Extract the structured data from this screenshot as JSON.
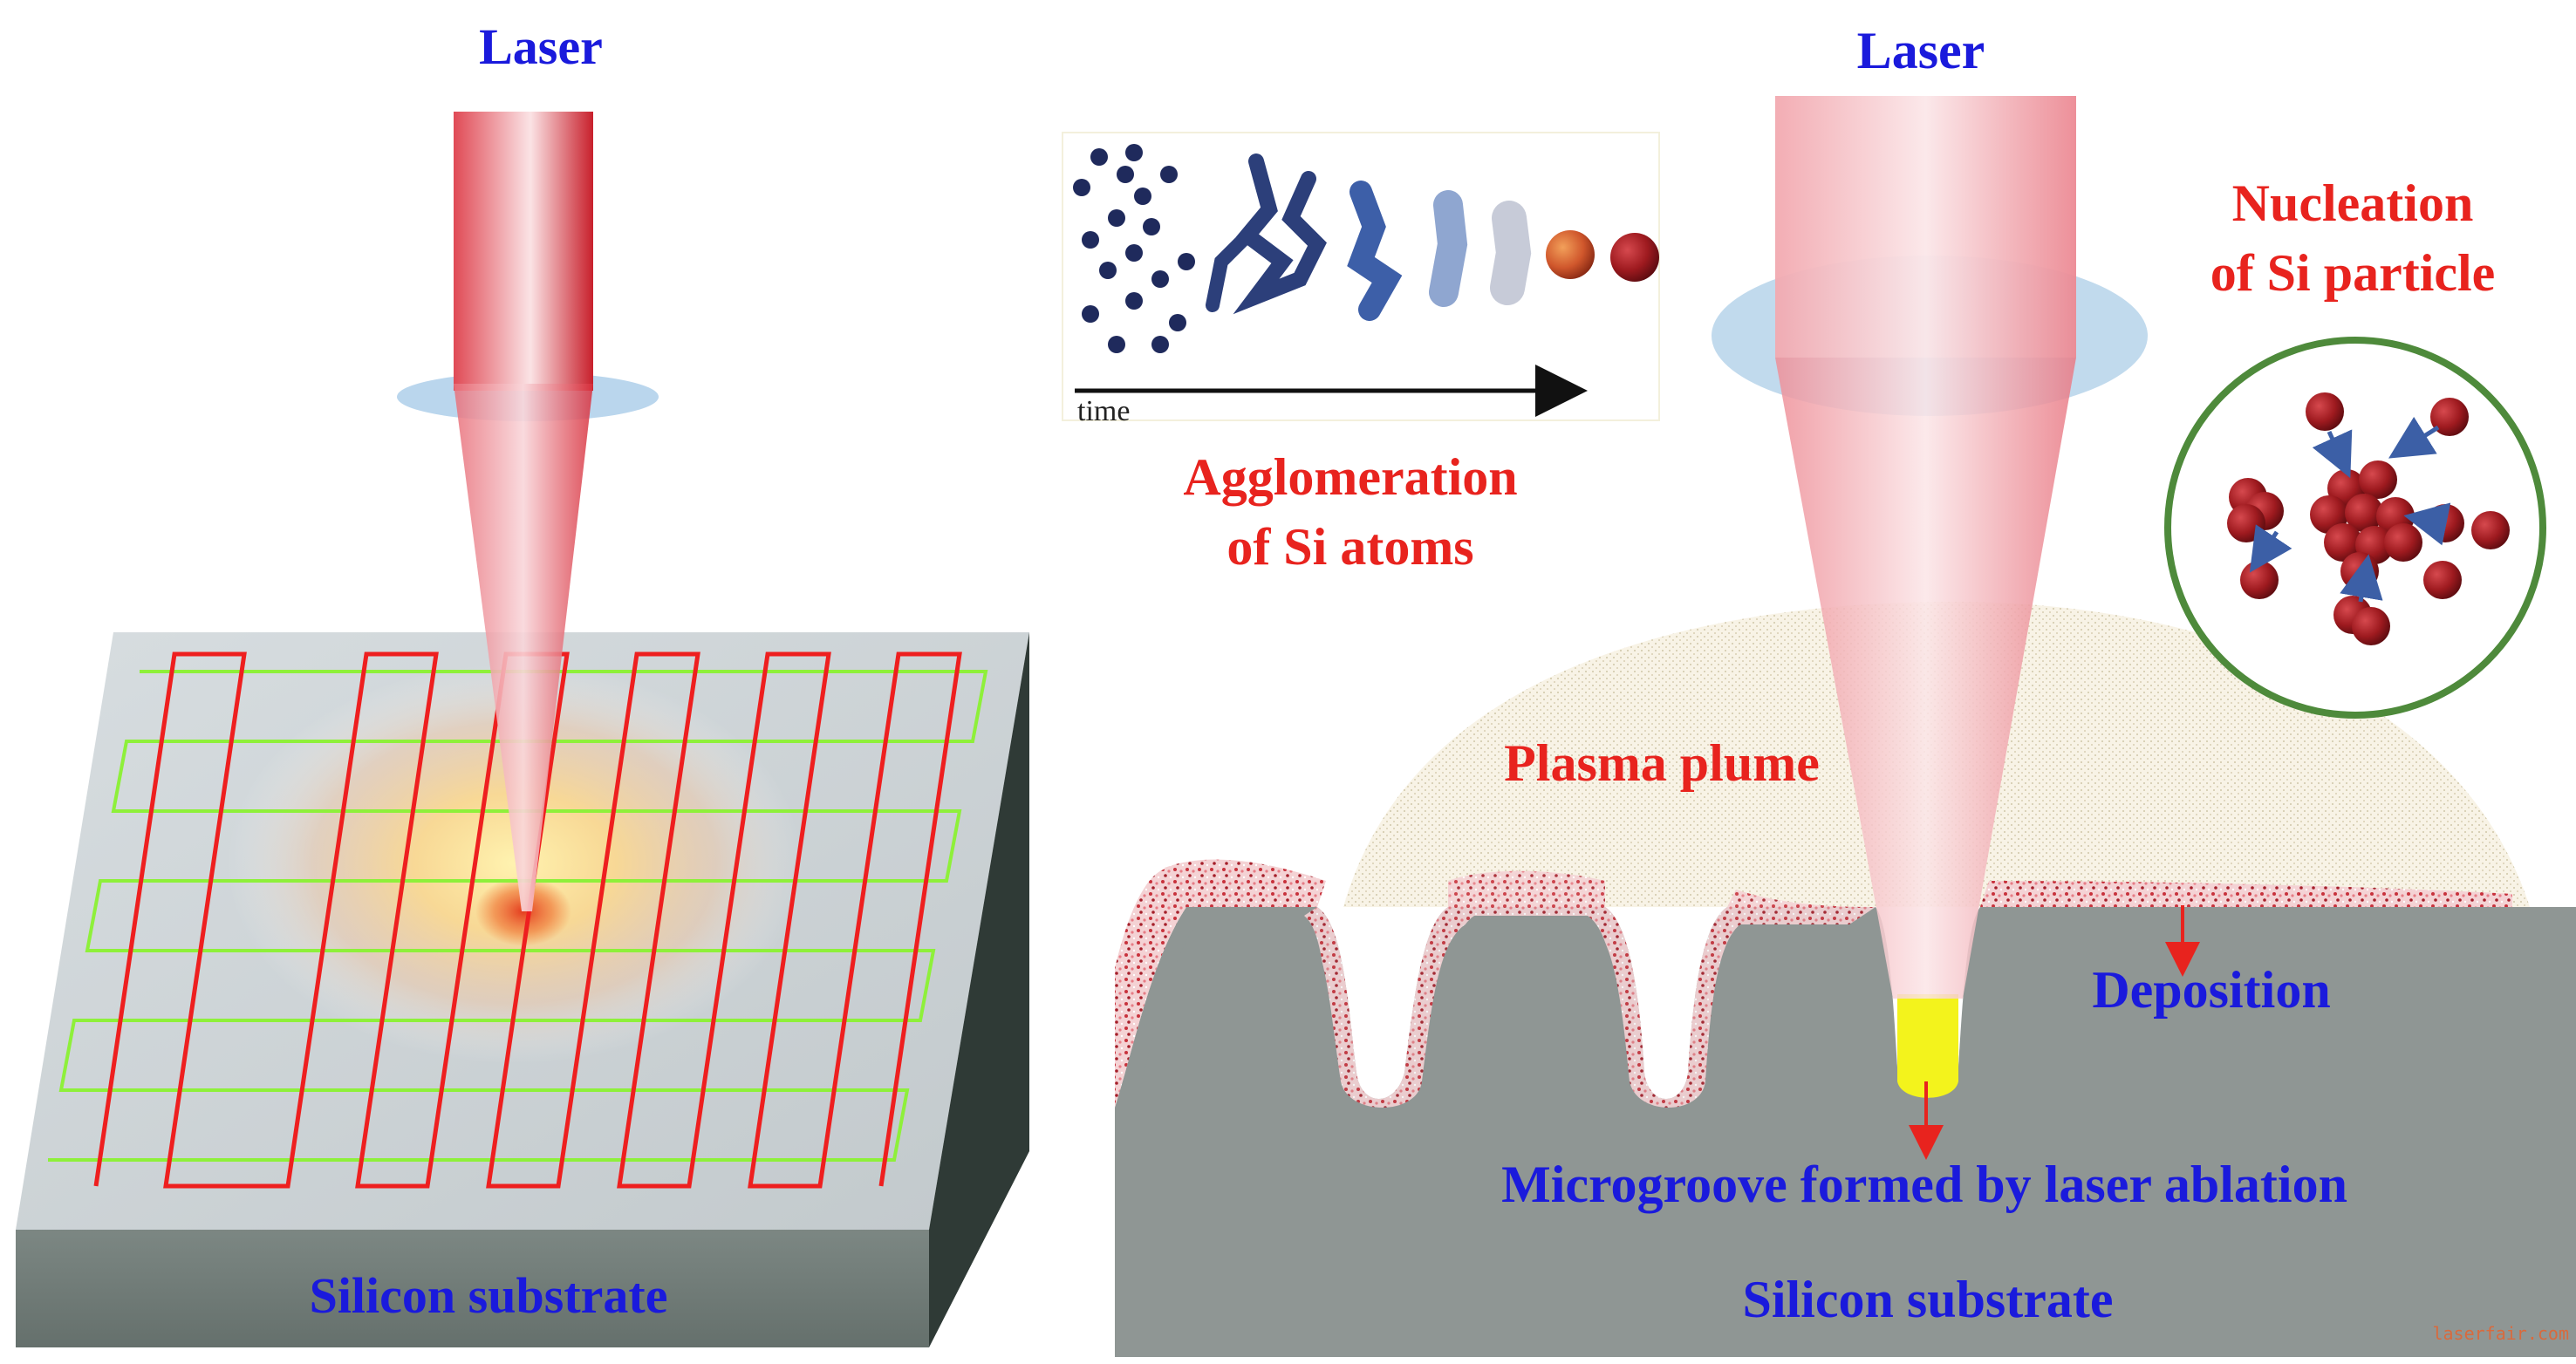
{
  "left_panel": {
    "laser_label": "Laser",
    "substrate_label": "Silicon substrate"
  },
  "agglomeration": {
    "time_label": "time",
    "title_line1": "Agglomeration",
    "title_line2": "of Si atoms"
  },
  "right_panel": {
    "laser_label": "Laser",
    "nucleation_line1": "Nucleation",
    "nucleation_line2": "of Si particle",
    "plasma_label": "Plasma plume",
    "deposition_label": "Deposition",
    "microgroove_label": "Microgroove formed by laser ablation",
    "substrate_label": "Silicon substrate"
  },
  "colors": {
    "label_blue": "#1a1adc",
    "label_red": "#e8231e",
    "scan_red": "#ee1f1f",
    "scan_green": "#8ef03a",
    "substrate_gray": "#8f9694",
    "nucleation_ring": "#4e8a3b",
    "particle_red": "#9e1a1f",
    "arrow_blue": "#3c5fa6"
  },
  "watermark": "laserfair.com"
}
